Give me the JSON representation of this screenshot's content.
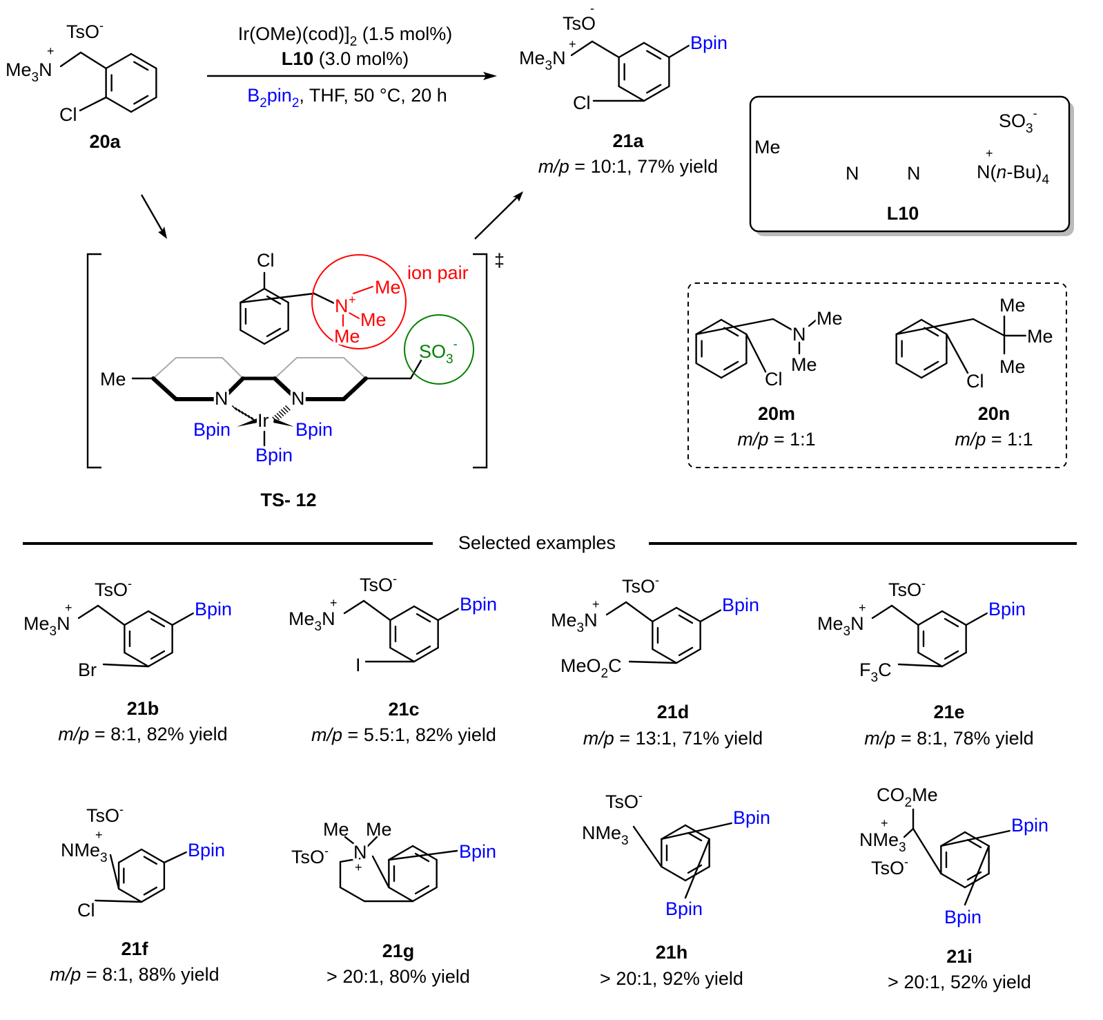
{
  "reaction": {
    "catalyst": "Ir(OMe)(cod)]",
    "catalyst_sub": "2",
    "catalyst_amount": " (1.5 mol%)",
    "ligand": "L10",
    "ligand_amount": " (3.0 mol%)",
    "boron": "B",
    "boron_sub1": "2",
    "boron_mid": "pin",
    "boron_sub2": "2",
    "conditions": ", THF, 50 °C, 20 h"
  },
  "atoms": {
    "tso": "TsO",
    "minus": "-",
    "plus": "+",
    "me3n_a": "Me",
    "sub3": "3",
    "n": "N",
    "cl": "Cl",
    "br": "Br",
    "i": "I",
    "bpin": "Bpin",
    "me": "Me",
    "meo2c_a": "MeO",
    "sub2": "2",
    "meo2c_b": "C",
    "f3c_a": "F",
    "f3c_b": "C",
    "nme3": "NMe",
    "co2me_a": "CO",
    "co2me_b": "Me",
    "so3": "SO",
    "ir": "Ir",
    "nbu_a": "N(",
    "nbu_n": "n",
    "nbu_b": "-Bu)",
    "nbu_sub": "4",
    "dagger": "‡",
    "ion_pair": "ion pair"
  },
  "compounds": {
    "c20a": {
      "label": "20a"
    },
    "c21a": {
      "label": "21a",
      "mp": "m/p",
      "result": " = 10:1, 77% yield"
    },
    "L10": {
      "label": "L10"
    },
    "ts": {
      "label": "TS- 12"
    },
    "c20m": {
      "label": "20m",
      "mp": "m/p",
      "result": " = 1:1"
    },
    "c20n": {
      "label": "20n",
      "mp": "m/p",
      "result": " = 1:1"
    },
    "c21b": {
      "label": "21b",
      "mp": "m/p",
      "result": " = 8:1, 82% yield"
    },
    "c21c": {
      "label": "21c",
      "mp": "m/p",
      "result": " = 5.5:1, 82% yield"
    },
    "c21d": {
      "label": "21d",
      "mp": "m/p",
      "result": " = 13:1, 71% yield"
    },
    "c21e": {
      "label": "21e",
      "mp": "m/p",
      "result": " = 8:1, 78% yield"
    },
    "c21f": {
      "label": "21f",
      "mp": "m/p",
      "result": " = 8:1, 88% yield"
    },
    "c21g": {
      "label": "21g",
      "result": "> 20:1, 80% yield"
    },
    "c21h": {
      "label": "21h",
      "result": "> 20:1, 92% yield"
    },
    "c21i": {
      "label": "21i",
      "result": "> 20:1, 52% yield"
    }
  },
  "section_title": "Selected examples",
  "colors": {
    "boron": "#0000ff",
    "ion_pair": "#ff0000",
    "sulfonate": "#008000"
  }
}
